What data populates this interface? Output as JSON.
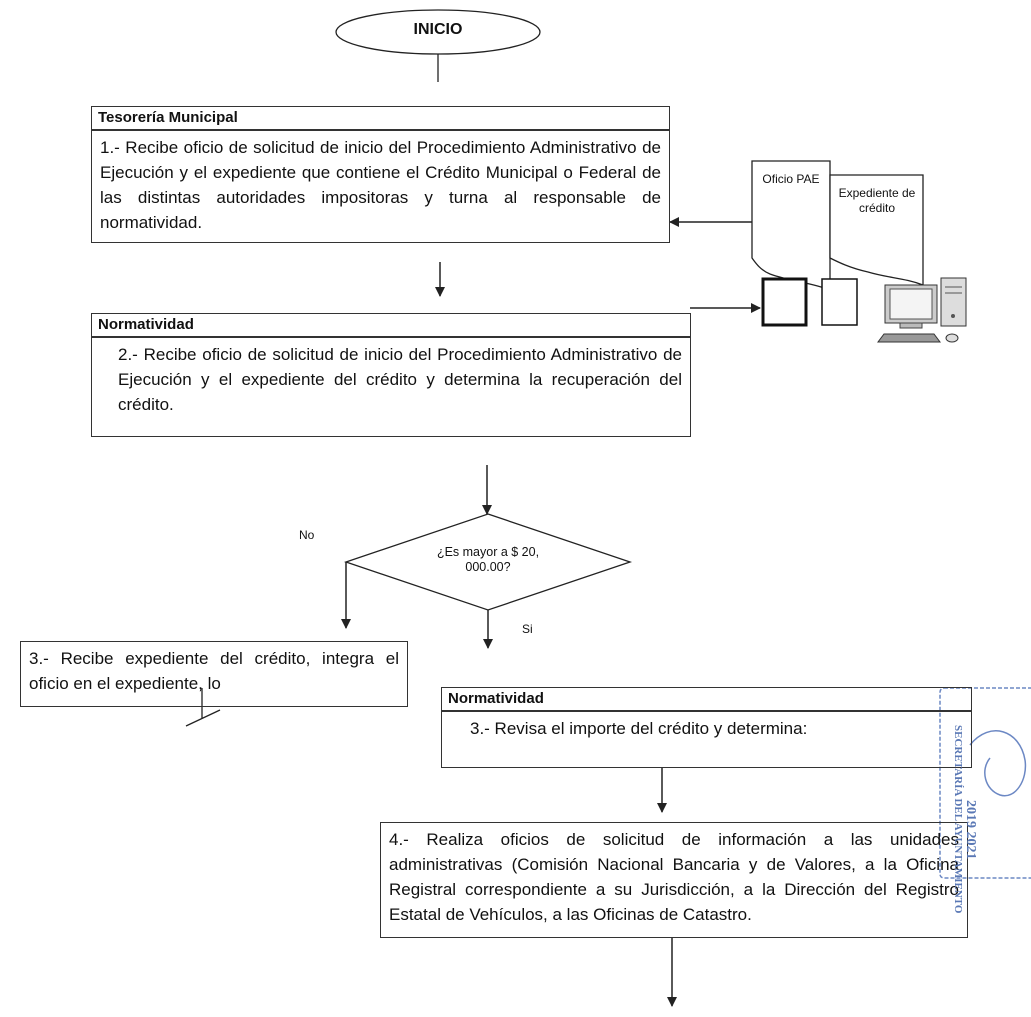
{
  "start": {
    "label": "INICIO"
  },
  "step1": {
    "role": "Tesorería Municipal",
    "text": "1.- Recibe oficio de solicitud de inicio del Procedimiento Administrativo de Ejecución y el expediente que contiene el Crédito Municipal o Federal de las distintas autoridades impositoras y turna al responsable de normatividad."
  },
  "documents": {
    "doc1": "Oficio PAE",
    "doc2": "Expediente de crédito"
  },
  "step2": {
    "role": "Normatividad",
    "text": "2.- Recibe oficio de solicitud de inicio del Procedimiento Administrativo de Ejecución y el expediente del crédito y determina la recuperación del crédito."
  },
  "decision": {
    "question": "¿Es mayor a $ 20, 000.00?",
    "no_label": "No",
    "yes_label": "Si"
  },
  "step3_no": {
    "text": "3.- Recibe expediente del crédito, integra el oficio en el expediente, lo"
  },
  "step3_yes": {
    "role": "Normatividad",
    "text": "3.- Revisa el importe del crédito y determina:"
  },
  "step4": {
    "text": "4.- Realiza oficios de solicitud de información a las unidades administrativas (Comisión Nacional Bancaria y de Valores, a la Oficina Registral correspondiente a su Jurisdicción, a la Dirección del Registro Estatal de Vehículos, a las Oficinas de Catastro."
  },
  "stamp": {
    "years": "2019 2021",
    "text": "SECRETARÍA DEL AYUNTAMIENTO"
  },
  "colors": {
    "stamp": "#5a78b5",
    "line": "#222222"
  }
}
